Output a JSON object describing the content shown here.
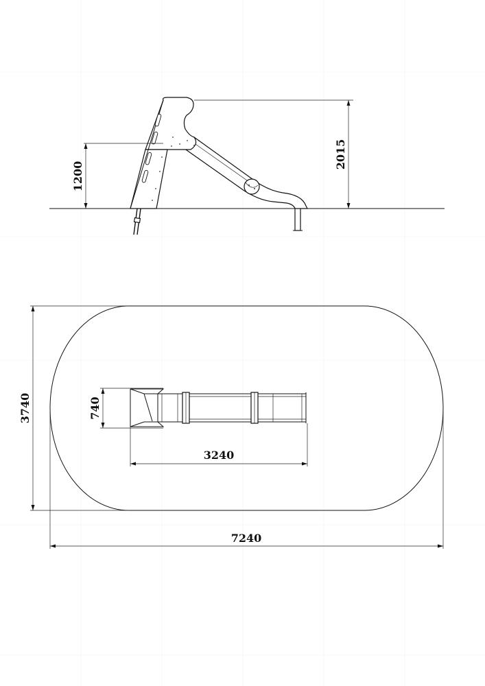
{
  "side_view": {
    "platform_height": "1200",
    "total_height": "2015"
  },
  "plan_view": {
    "slide_width": "740",
    "slide_length": "3240",
    "zone_width": "3740",
    "zone_length": "7240"
  },
  "colors": {
    "ink": "#111111",
    "paper": "#ffffff",
    "faint_grid": "#f1f1f1"
  }
}
